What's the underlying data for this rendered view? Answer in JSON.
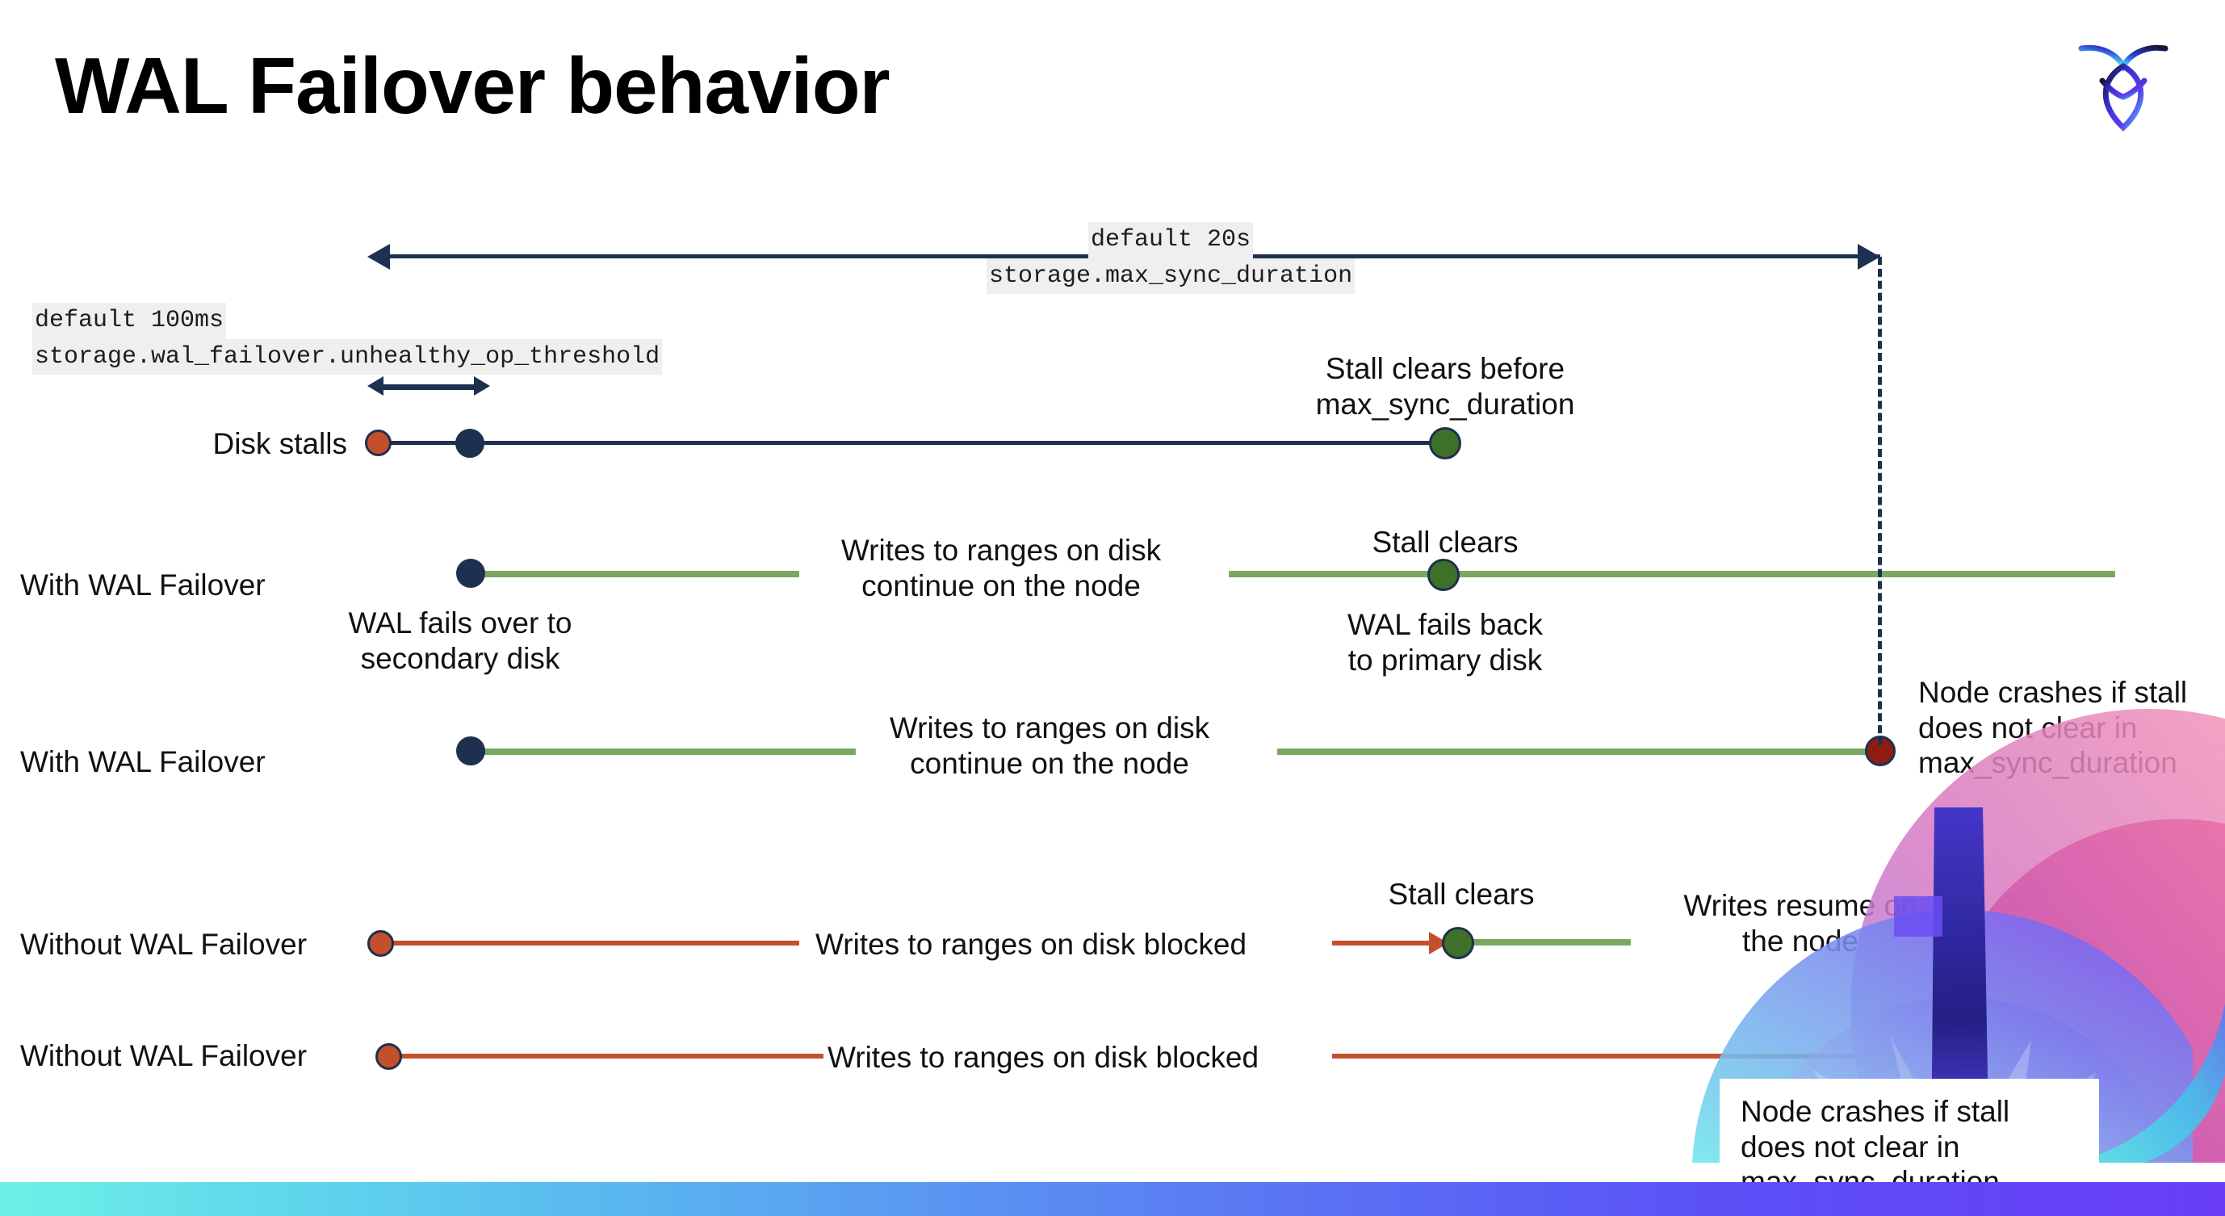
{
  "slide": {
    "title": "WAL Failover behavior",
    "logo_name": "cockroachdb-logo"
  },
  "settings": [
    {
      "name": "max-sync-duration-callout",
      "default_text": "default 20s",
      "setting_text": "storage.max_sync_duration"
    },
    {
      "name": "unhealthy-op-threshold-callout",
      "default_text": "default 100ms",
      "setting_text": "storage.wal_failover.unhealthy_op_threshold"
    }
  ],
  "rows": [
    {
      "label": "Disk stalls",
      "annotations": [
        {
          "text_line1": "Stall clears before",
          "text_line2": "max_sync_duration"
        }
      ]
    },
    {
      "label": "With WAL Failover",
      "annotations": [
        {
          "text_line1": "Writes to ranges on disk",
          "text_line2": "continue on the node"
        },
        {
          "text_line1": "Stall clears",
          "text_line2": ""
        },
        {
          "text_line1": "WAL fails over to",
          "text_line2": "secondary disk"
        },
        {
          "text_line1": "WAL fails  back",
          "text_line2": "to primary disk"
        }
      ]
    },
    {
      "label": "With WAL Failover",
      "annotations": [
        {
          "text_line1": "Writes to ranges on disk",
          "text_line2": "continue on the node"
        },
        {
          "text_line1": "Node crashes if stall",
          "text_line2": "does not clear in",
          "text_line3": "max_sync_duration"
        }
      ]
    },
    {
      "label": "Without WAL Failover",
      "annotations": [
        {
          "text_line1": "Writes to ranges on disk  blocked",
          "text_line2": ""
        },
        {
          "text_line1": "Stall clears",
          "text_line2": ""
        },
        {
          "text_line1": "Writes resume on",
          "text_line2": "the node"
        }
      ]
    },
    {
      "label": "Without WAL Failover",
      "annotations": [
        {
          "text_line1": "Writes to ranges on disk  blocked",
          "text_line2": ""
        },
        {
          "text_line1": "Node crashes if stall",
          "text_line2": "does not clear in",
          "text_line3": "max_sync_duration"
        }
      ]
    }
  ],
  "colors": {
    "navy": "#1d3050",
    "green_line": "#7aa860",
    "green_dot": "#3f7029",
    "red_line": "#c4502b",
    "red_dot": "#8c1d13",
    "orange_dot": "#c4502b",
    "code_bg": "#efefef"
  },
  "text": {
    "t_disk_stalls": "Disk stalls",
    "t_with_1": "With WAL Failover",
    "t_with_2": "With WAL Failover",
    "t_without_1": "Without WAL Failover",
    "t_without_2": "Without WAL Failover",
    "a_stall_clears_before_1": "Stall clears before",
    "a_stall_clears_before_2": "max_sync_duration",
    "a_writes_continue_1": "Writes to ranges on disk",
    "a_writes_continue_2": "continue on the node",
    "a_stall_clears": "Stall clears",
    "a_stall_clears_2": "Stall clears",
    "a_wal_fails_over_1": "WAL fails over to",
    "a_wal_fails_over_2": "secondary disk",
    "a_wal_fails_back_1": "WAL fails  back",
    "a_wal_fails_back_2": "to primary disk",
    "a_writes_continue2_1": "Writes to ranges on disk",
    "a_writes_continue2_2": "continue on the node",
    "a_crash_1": "Node crashes if stall",
    "a_crash_2": "does not clear in",
    "a_crash_3": "max_sync_duration",
    "a_blocked_1": "Writes to ranges on disk  blocked",
    "a_writes_resume_1": "Writes resume on",
    "a_writes_resume_2": "the node",
    "a_blocked_2": "Writes to ranges on disk  blocked",
    "a_crash2_1": "Node crashes if stall",
    "a_crash2_2": "does not clear in",
    "a_crash2_3": "max_sync_duration",
    "c_default20s": "default 20s",
    "c_maxsync": "storage.max_sync_duration",
    "c_default100ms": "default 100ms",
    "c_unhealthy": "storage.wal_failover.unhealthy_op_threshold"
  }
}
